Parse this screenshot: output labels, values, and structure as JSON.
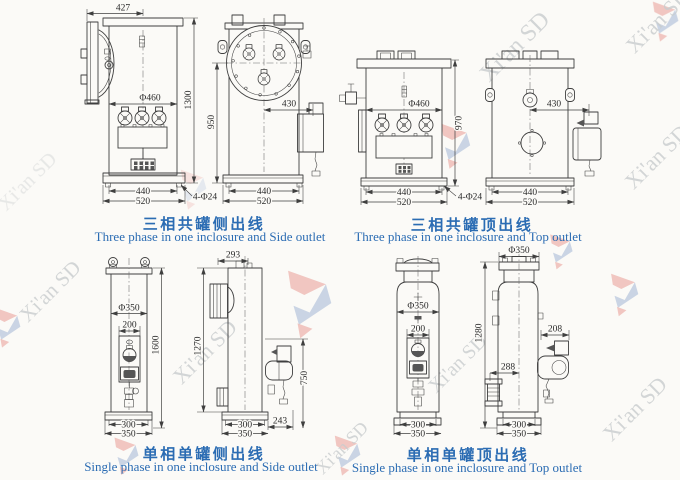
{
  "watermark": {
    "text": "Xi'an SD"
  },
  "panels": [
    {
      "title_zh": "三相共罐侧出线",
      "title_en": "Three phase in one inclosure and Side outlet",
      "dims": {
        "top_width": "427",
        "diameter": "Φ460",
        "total_height": "1300",
        "center_height": "950",
        "outlet_offset": "430",
        "base_bolt_spacing": "440",
        "base_width": "520",
        "mount_holes": "4-Φ24"
      }
    },
    {
      "title_zh": "三相共罐顶出线",
      "title_en": "Three phase in one inclosure and Top outlet",
      "dims": {
        "diameter": "Φ460",
        "total_height": "970",
        "outlet_offset": "430",
        "base_bolt_spacing": "440",
        "base_width": "520",
        "mount_holes": "4-Φ24"
      }
    },
    {
      "title_zh": "单相单罐侧出线",
      "title_en": "Single phase in one inclosure and Side outlet",
      "dims": {
        "top_width": "293",
        "diameter": "Φ350",
        "panel_width": "200",
        "total_height": "1600",
        "tank_height": "1270",
        "outlet_height": "750",
        "outlet_depth": "243",
        "base_bolt_spacing": "300",
        "base_width": "350"
      }
    },
    {
      "title_zh": "单相单罐顶出线",
      "title_en": "Single phase in one inclosure and Top outlet",
      "dims": {
        "diameter": "Φ350",
        "panel_width": "200",
        "total_height": "1280",
        "outlet_width": "208",
        "outlet_offset": "288",
        "base_bolt_spacing": "300",
        "base_width": "350"
      }
    }
  ]
}
